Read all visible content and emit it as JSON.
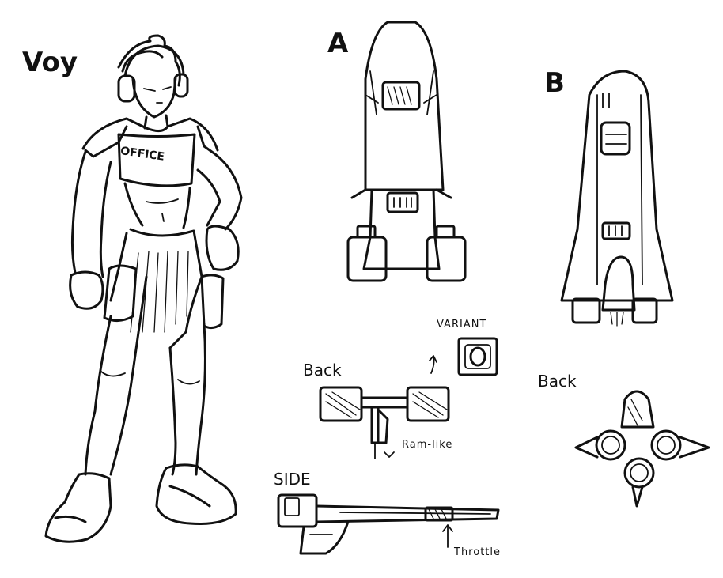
{
  "labels": {
    "character_name": "Voy",
    "design_a": "A",
    "design_b": "B",
    "variant": "VARIANT",
    "back_left": "Back",
    "back_right": "Back",
    "ram_like": "Ram-like",
    "side": "SIDE",
    "throttle": "Throttle",
    "chest_text": "OFFICE"
  },
  "colors": {
    "ink": "#111111",
    "paper": "#ffffff"
  },
  "icons": {
    "arrow_ram": "arrow-icon",
    "arrow_variant": "arrow-icon",
    "arrow_throttle": "arrow-icon"
  }
}
